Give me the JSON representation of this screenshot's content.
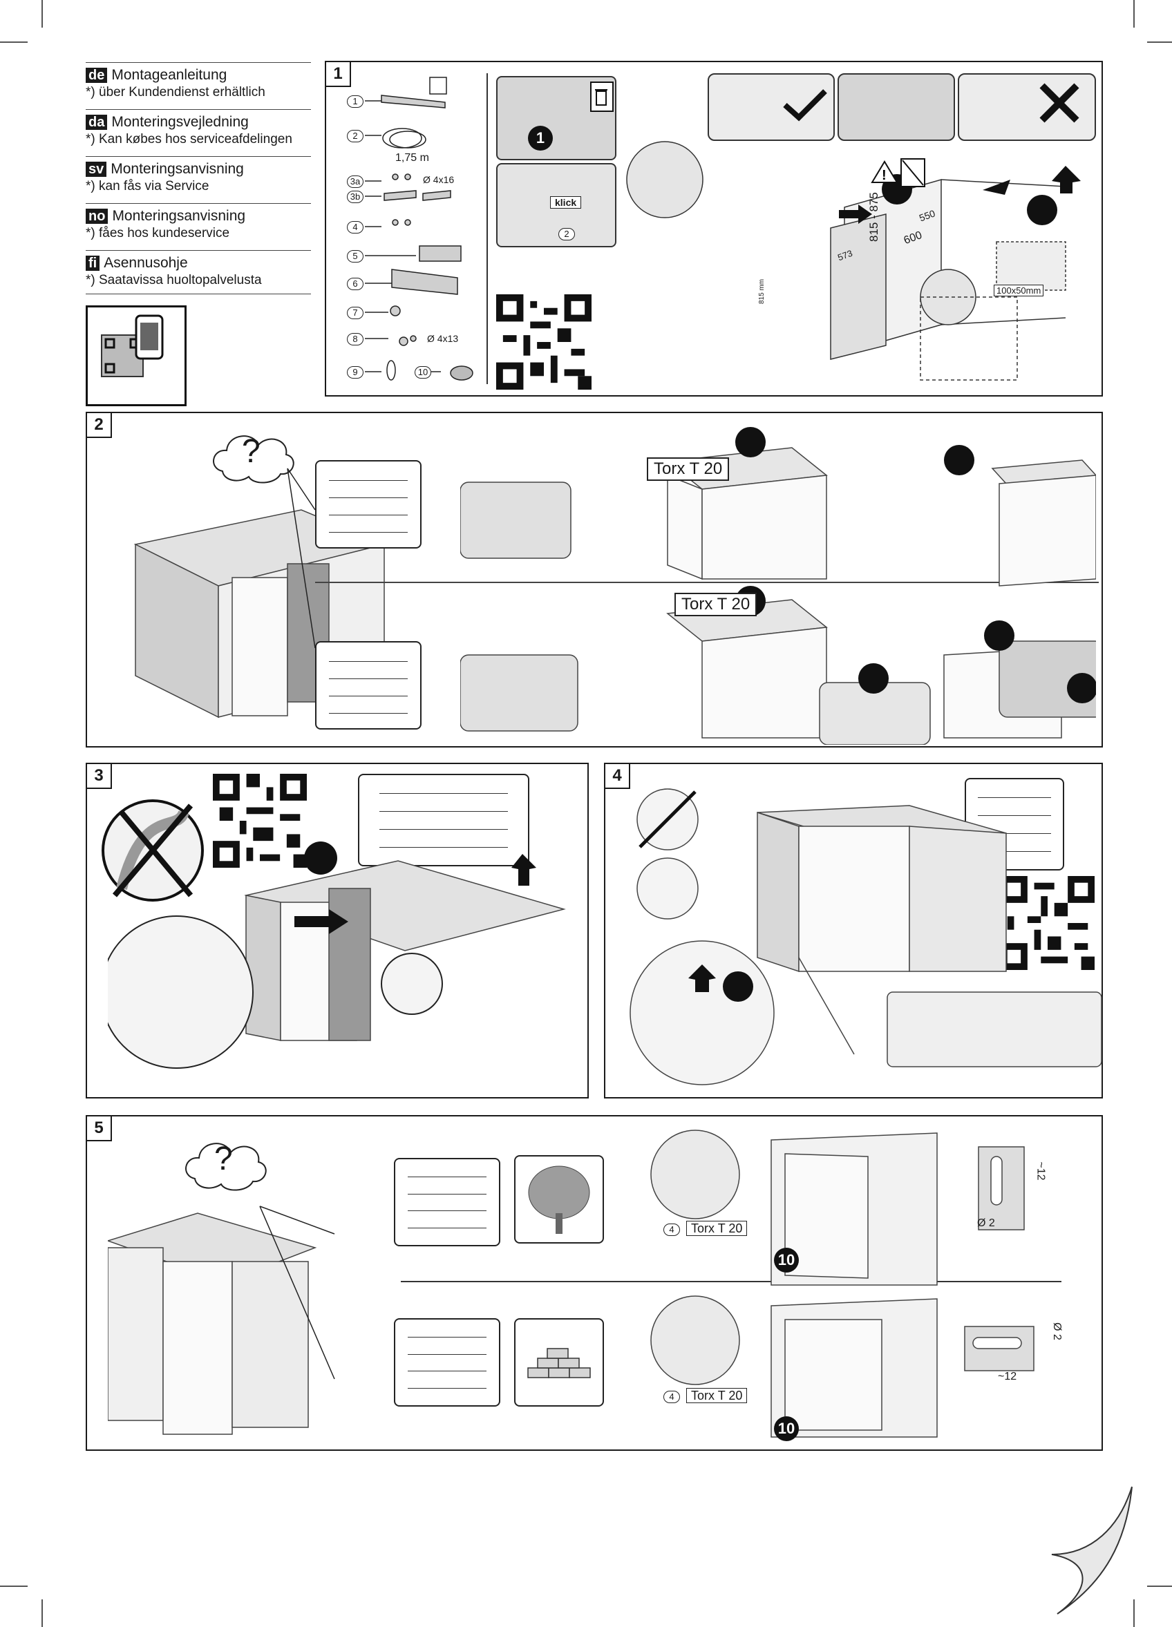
{
  "languages": [
    {
      "code": "de",
      "title": "Montageanleitung",
      "note": "*) über Kundendienst erhältlich"
    },
    {
      "code": "da",
      "title": "Monteringsvejledning",
      "note": "*) Kan købes hos serviceafdelingen"
    },
    {
      "code": "sv",
      "title": "Monteringsanvisning",
      "note": "*) kan fås via Service"
    },
    {
      "code": "no",
      "title": "Monteringsanvisning",
      "note": "*) fåes hos kundeservice"
    },
    {
      "code": "fi",
      "title": "Asennusohje",
      "note": "*) Saatavissa huoltopalvelusta"
    }
  ],
  "panels": {
    "p1": {
      "number": "1",
      "parts": [
        {
          "label": "1"
        },
        {
          "label": "2",
          "text": "1,75 m"
        },
        {
          "label": "3a",
          "text": "Ø 4x16"
        },
        {
          "label": "3b"
        },
        {
          "label": "4"
        },
        {
          "label": "5"
        },
        {
          "label": "6"
        },
        {
          "label": "7"
        },
        {
          "label": "8",
          "text": "Ø 4x13"
        },
        {
          "label": "9"
        },
        {
          "label": "10"
        }
      ],
      "step_number": "1",
      "step2_label": "2",
      "klick": "klick",
      "dims": {
        "d1": "815 - 875",
        "d2": "550",
        "d3": "600",
        "d4": "573",
        "d5": "815 mm",
        "d6": "100x50mm"
      }
    },
    "p2": {
      "number": "2",
      "torx_top": "Torx T 20",
      "torx_bottom": "Torx T 20",
      "question": "?"
    },
    "p3": {
      "number": "3"
    },
    "p4": {
      "number": "4"
    },
    "p5": {
      "number": "5",
      "question": "?",
      "top": {
        "part": "4",
        "torx": "Torx T 20",
        "circle": "10",
        "dim_h": "~12",
        "dim_d": "Ø 2"
      },
      "bottom": {
        "part": "4",
        "torx": "Torx T 20",
        "circle": "10",
        "dim_h": "Ø 2",
        "dim_w": "~12"
      }
    }
  }
}
